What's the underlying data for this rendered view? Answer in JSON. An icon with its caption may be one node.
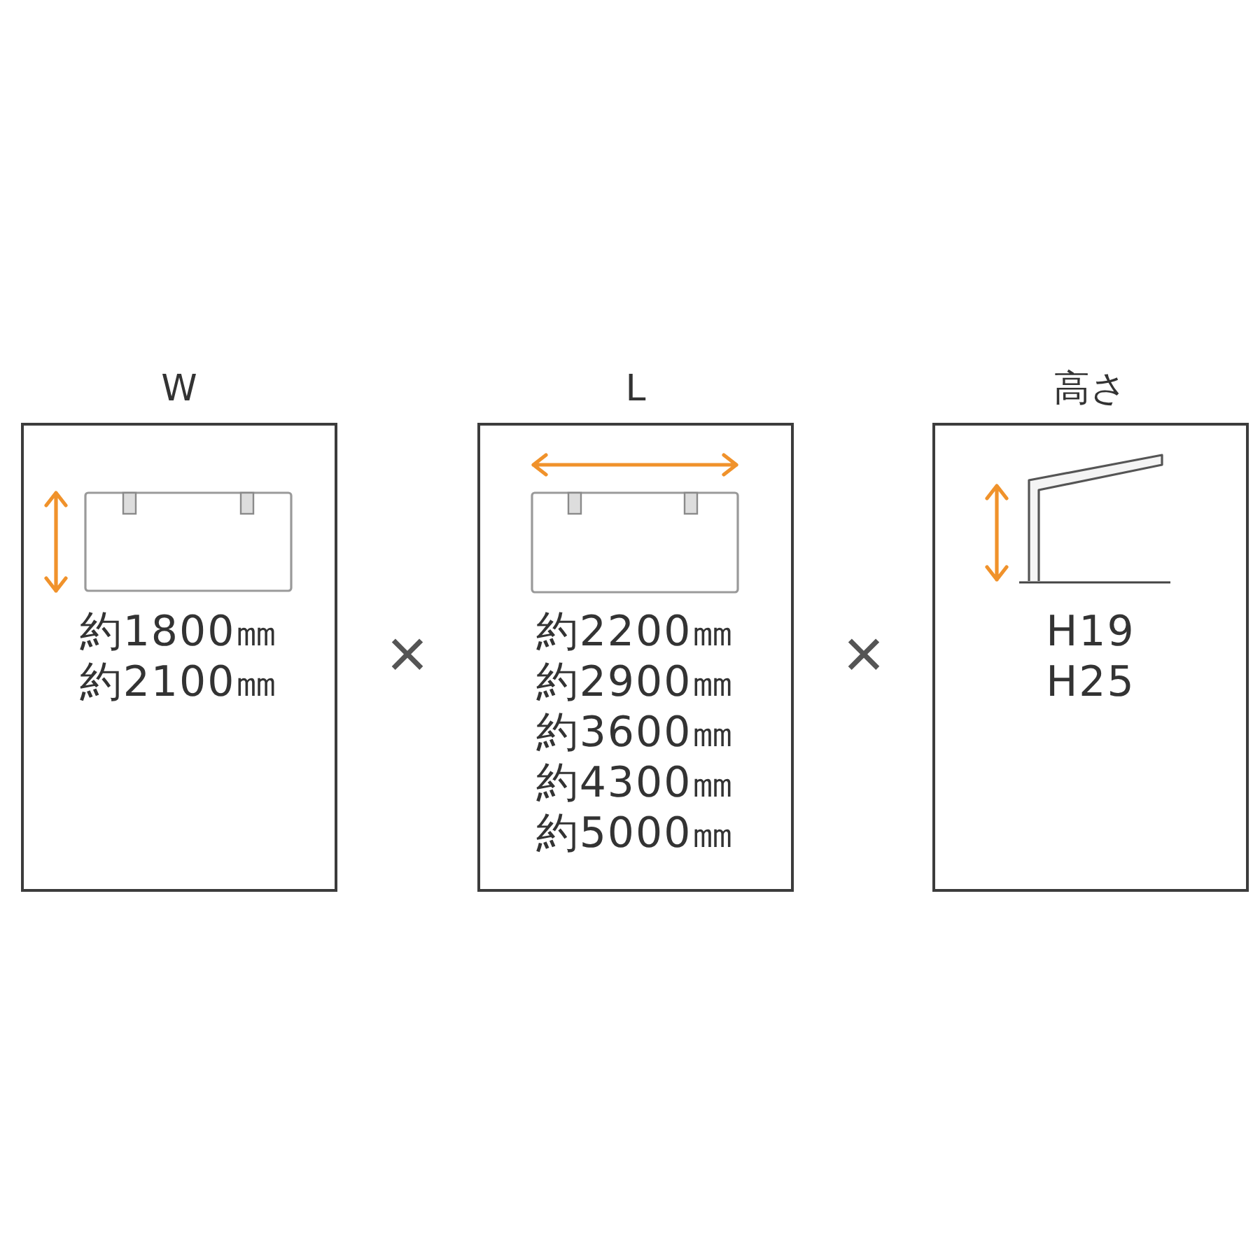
{
  "diagram": {
    "nodes": [
      {
        "text": [
          "W",
          "約1800㎜",
          "約2100㎜"
        ]
      },
      {
        "text": [
          "L",
          "約2200㎜",
          "約2900㎜",
          "約3600㎜",
          "約4300㎜",
          "約5000㎜"
        ]
      },
      {
        "text": [
          "高さ",
          "H19",
          "H25"
        ]
      }
    ],
    "labels": [
      "×",
      "×"
    ]
  }
}
